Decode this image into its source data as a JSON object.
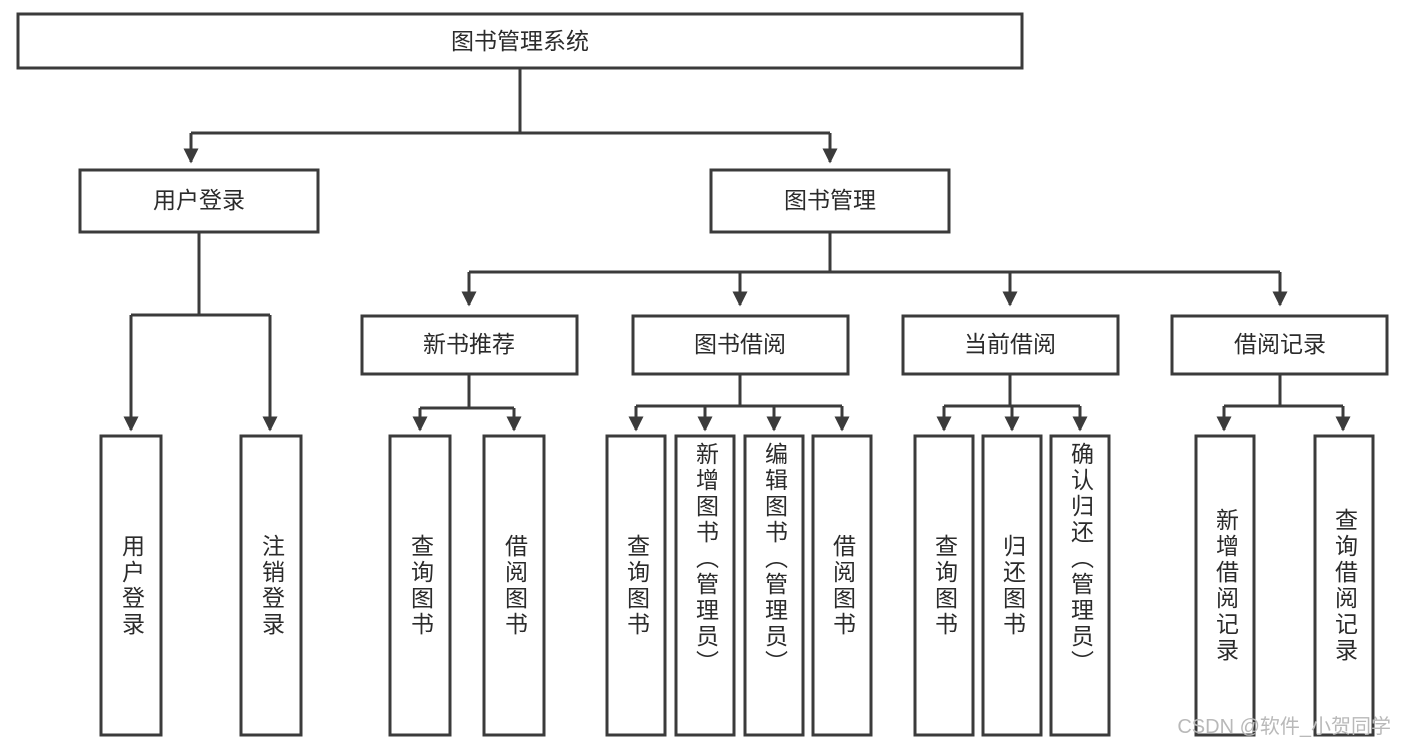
{
  "diagram": {
    "type": "tree-hierarchy-chart",
    "title": "图书管理系统",
    "orientation": "top-down",
    "colors": {
      "box_stroke": "#3b3b3b",
      "box_fill": "#ffffff",
      "text": "#2b2b2b",
      "connector": "#3b3b3b",
      "watermark": "#b9b9b9",
      "background": "#ffffff"
    },
    "root": {
      "id": "root",
      "label": "图书管理系统"
    },
    "level2": [
      {
        "id": "user-login",
        "label": "用户登录"
      },
      {
        "id": "book-management",
        "label": "图书管理"
      }
    ],
    "level3": [
      {
        "id": "new-book-recommend",
        "label": "新书推荐",
        "parent": "book-management"
      },
      {
        "id": "book-borrow",
        "label": "图书借阅",
        "parent": "book-management"
      },
      {
        "id": "current-borrow",
        "label": "当前借阅",
        "parent": "book-management"
      },
      {
        "id": "borrow-record",
        "label": "借阅记录",
        "parent": "book-management"
      }
    ],
    "leaves": {
      "user-login": [
        {
          "id": "leaf-user-login",
          "label": "用户登录"
        },
        {
          "id": "leaf-user-logout",
          "label": "注销登录"
        }
      ],
      "new-book-recommend": [
        {
          "id": "leaf-query-book-1",
          "label": "查询图书"
        },
        {
          "id": "leaf-borrow-book-1",
          "label": "借阅图书"
        }
      ],
      "book-borrow": [
        {
          "id": "leaf-query-book-2",
          "label": "查询图书"
        },
        {
          "id": "leaf-add-book",
          "label": "新增图书（管理员）"
        },
        {
          "id": "leaf-edit-book",
          "label": "编辑图书（管理员）"
        },
        {
          "id": "leaf-borrow-book-2",
          "label": "借阅图书"
        }
      ],
      "current-borrow": [
        {
          "id": "leaf-query-book-3",
          "label": "查询图书"
        },
        {
          "id": "leaf-return-book",
          "label": "归还图书"
        },
        {
          "id": "leaf-confirm-return",
          "label": "确认归还（管理员）"
        }
      ],
      "borrow-record": [
        {
          "id": "leaf-add-record",
          "label": "新增借阅记录"
        },
        {
          "id": "leaf-query-record",
          "label": "查询借阅记录"
        }
      ]
    }
  },
  "watermark": {
    "label": "CSDN @软件_小贺同学"
  }
}
